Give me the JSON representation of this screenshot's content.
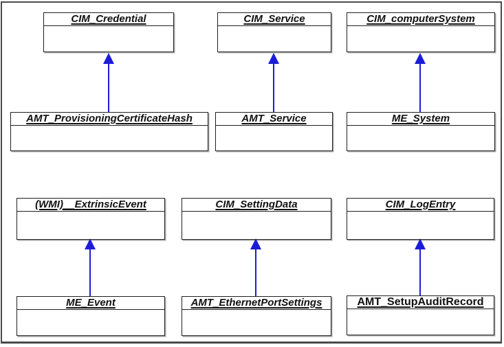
{
  "diagram": {
    "type": "uml-class-inheritance",
    "arrow_color": "#1c1cd8",
    "box_border_color": "#1f1f1f",
    "frame_color": "#4a4a4a",
    "relation": "generalization (child inherits from parent)",
    "pairs": [
      {
        "parent": {
          "label": "CIM_Credential"
        },
        "child": {
          "label": "AMT_ProvisioningCertificateHash"
        }
      },
      {
        "parent": {
          "label": "CIM_Service"
        },
        "child": {
          "label": "AMT_Service"
        }
      },
      {
        "parent": {
          "label": "CIM_computerSystem"
        },
        "child": {
          "label": "ME_System"
        }
      },
      {
        "parent": {
          "label": "(WMI)__ExtrinsicEvent"
        },
        "child": {
          "label": "ME_Event"
        }
      },
      {
        "parent": {
          "label": "CIM_SettingData"
        },
        "child": {
          "label": "AMT_EthernetPortSettings"
        }
      },
      {
        "parent": {
          "label": "CIM_LogEntry"
        },
        "child": {
          "label": "AMT_SetupAuditRecord"
        }
      }
    ]
  }
}
